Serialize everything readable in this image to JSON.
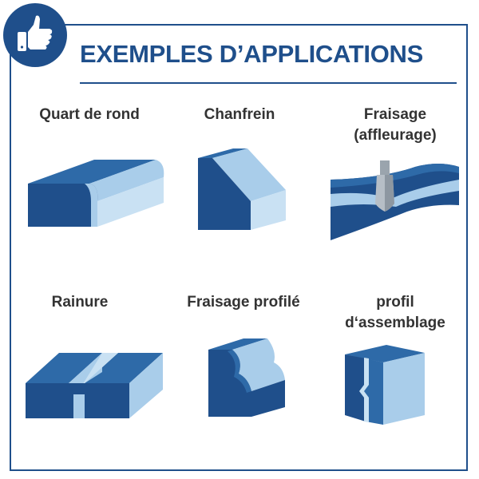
{
  "header": {
    "title": "EXEMPLES D’APPLICATIONS",
    "badge_icon": "thumbs-up-icon"
  },
  "colors": {
    "dark_blue": "#1f4f8b",
    "mid_blue": "#2e6aa8",
    "light_blue": "#a9cdea",
    "pale_blue": "#c9e1f3"
  },
  "applications": [
    {
      "label": "Quart de rond"
    },
    {
      "label": "Chanfrein"
    },
    {
      "label_line1": "Fraisage",
      "label_line2": "(affleurage)"
    },
    {
      "label": "Rainure"
    },
    {
      "label": "Fraisage profilé"
    },
    {
      "label_line1": "profil",
      "label_line2": "d‘assemblage"
    }
  ]
}
